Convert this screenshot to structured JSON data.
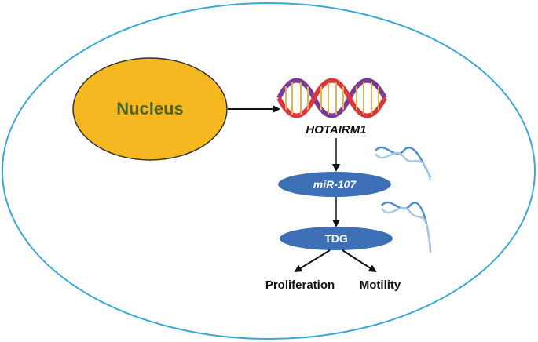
{
  "diagram": {
    "nucleus_label": "Nucleus",
    "gene_label": "HOTAIRM1",
    "mirna_label": "miR-107",
    "target_label": "TDG",
    "outcome_left": "Proliferation",
    "outcome_right": "Motility"
  },
  "colors": {
    "cell_border": "#3aa8d6",
    "nucleus_fill": "#f5b821",
    "nucleus_stroke": "#333333",
    "nucleus_text": "#4f6228",
    "node_fill": "#3d6fb6",
    "node_text": "#ffffff",
    "arrow": "#111111",
    "dna_red": "#d9363e",
    "dna_purple": "#7a3a96",
    "dna_blue": "#4f8fd0",
    "dna_light": "#a9c9e6"
  }
}
